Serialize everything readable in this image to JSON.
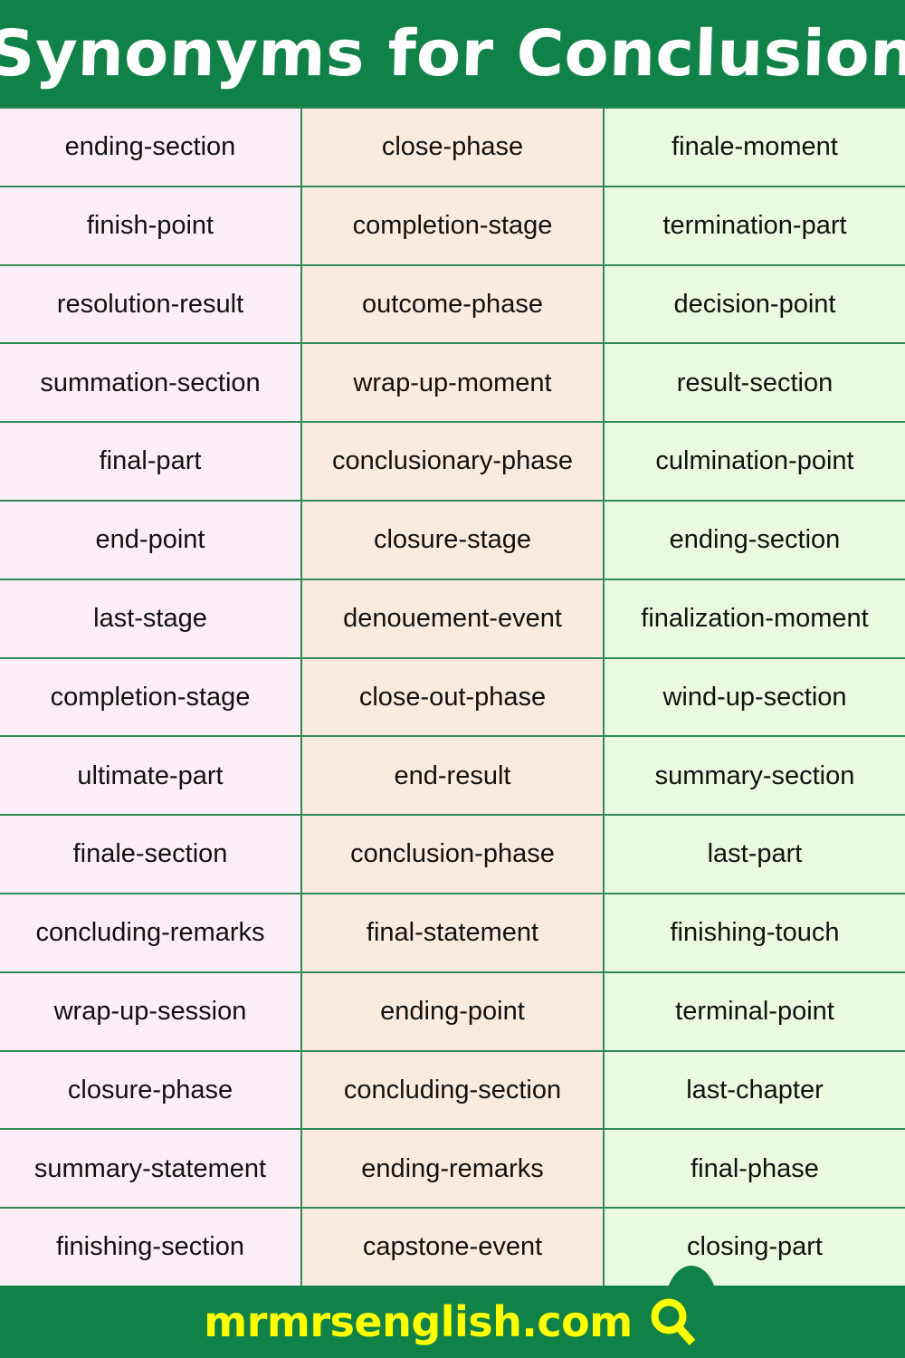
{
  "header": {
    "title": "Synonyms for Conclusion",
    "background_color": "#108248",
    "text_color": "#ffffff"
  },
  "table": {
    "grid_line_color": "#2e8b57",
    "column_colors": [
      "#fceef6",
      "#fbeade",
      "#eafade"
    ],
    "rows": [
      [
        "ending-section",
        "close-phase",
        "finale-moment"
      ],
      [
        "finish-point",
        "completion-stage",
        "termination-part"
      ],
      [
        "resolution-result",
        "outcome-phase",
        "decision-point"
      ],
      [
        "summation-section",
        "wrap-up-moment",
        "result-section"
      ],
      [
        "final-part",
        "conclusionary-phase",
        "culmination-point"
      ],
      [
        "end-point",
        "closure-stage",
        "ending-section"
      ],
      [
        "last-stage",
        "denouement-event",
        "finalization-moment"
      ],
      [
        "completion-stage",
        "close-out-phase",
        "wind-up-section"
      ],
      [
        "ultimate-part",
        "end-result",
        "summary-section"
      ],
      [
        "finale-section",
        "conclusion-phase",
        "last-part"
      ],
      [
        "concluding-remarks",
        "final-statement",
        "finishing-touch"
      ],
      [
        "wrap-up-session",
        "ending-point",
        "terminal-point"
      ],
      [
        "closure-phase",
        "concluding-section",
        "last-chapter"
      ],
      [
        "summary-statement",
        "ending-remarks",
        "final-phase"
      ],
      [
        "finishing-section",
        "capstone-event",
        "closing-part"
      ]
    ]
  },
  "footer": {
    "website": "mrmrsenglish.com",
    "icon": "search-icon",
    "background_color": "#108248",
    "text_color": "#ffff00"
  }
}
